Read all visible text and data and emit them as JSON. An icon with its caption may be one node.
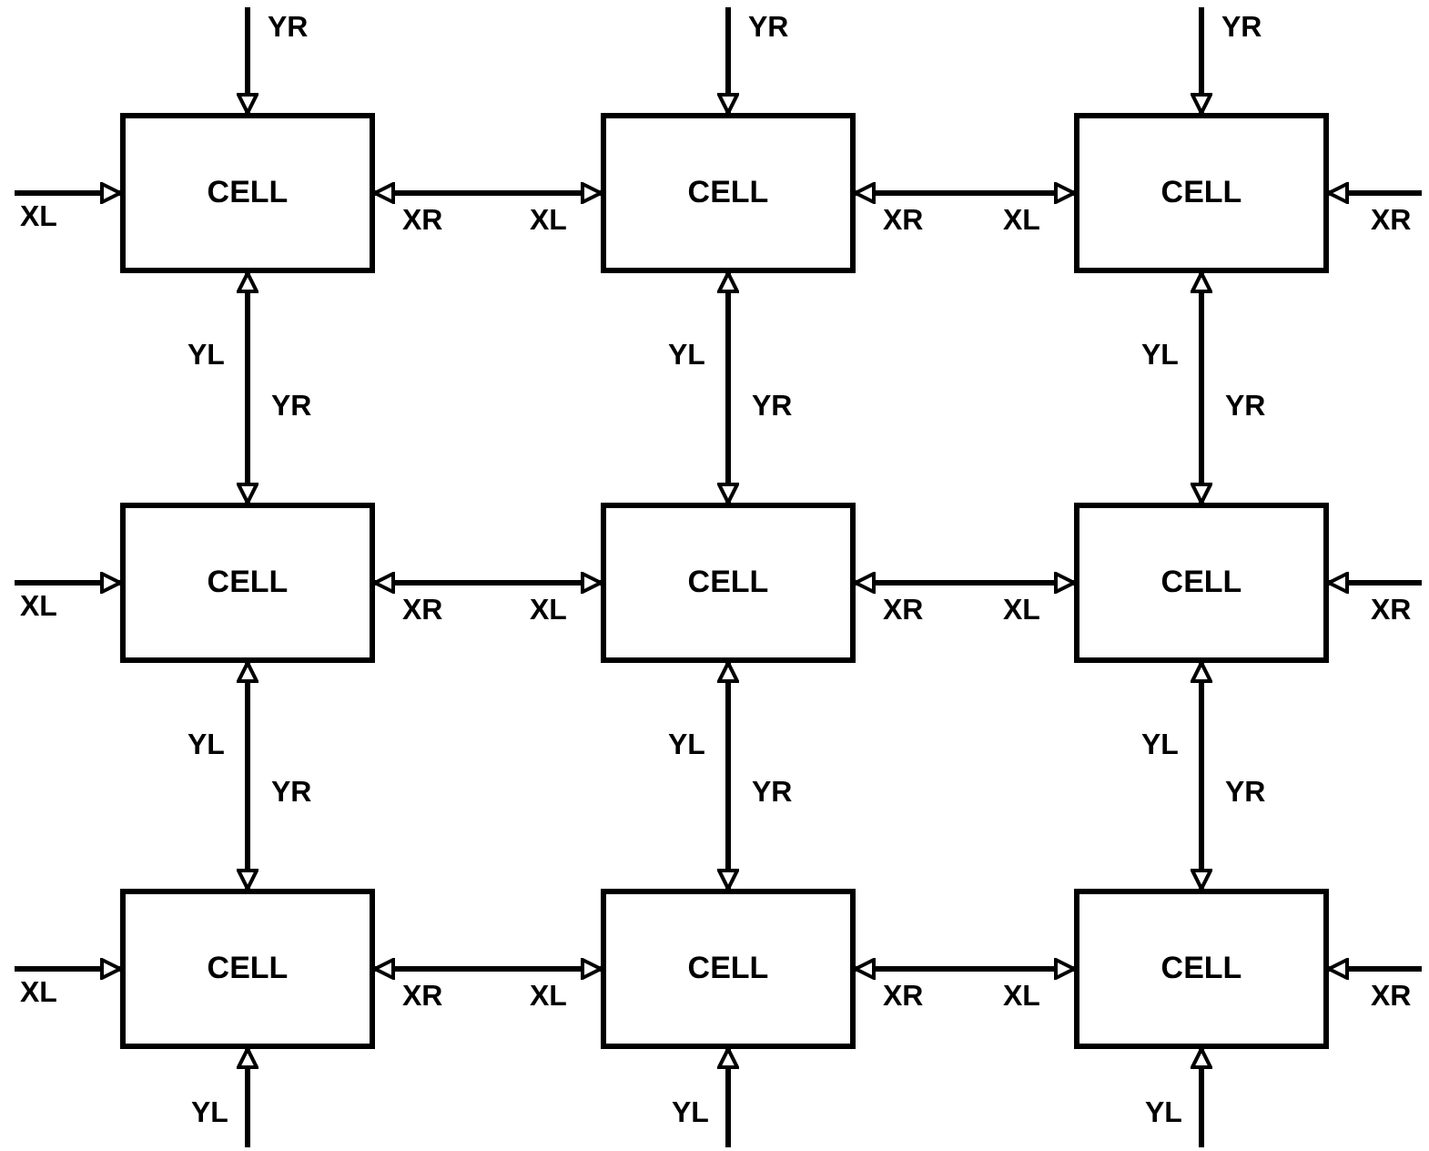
{
  "diagram": {
    "nodes": [
      {
        "text": [
          "CELL"
        ]
      },
      {
        "text": [
          "CELL"
        ]
      },
      {
        "text": [
          "CELL"
        ]
      },
      {
        "text": [
          "CELL"
        ]
      },
      {
        "text": [
          "CELL"
        ]
      },
      {
        "text": [
          "CELL"
        ]
      },
      {
        "text": [
          "CELL"
        ]
      },
      {
        "text": [
          "CELL"
        ]
      },
      {
        "text": [
          "CELL"
        ]
      }
    ],
    "edges": [
      {
        "from": null,
        "to": 0,
        "arrow": "to",
        "label": "YR"
      },
      {
        "from": null,
        "to": 1,
        "arrow": "to",
        "label": "YR"
      },
      {
        "from": null,
        "to": 2,
        "arrow": "to",
        "label": "YR"
      },
      {
        "from": null,
        "to": 0,
        "arrow": "to",
        "label": "XL"
      },
      {
        "from": 0,
        "to": 1,
        "arrow": "both"
      },
      {
        "from": 1,
        "to": 2,
        "arrow": "both"
      },
      {
        "from": null,
        "to": 2,
        "arrow": "to",
        "label": "XR"
      },
      {
        "from": 0,
        "to": 3,
        "arrow": "both"
      },
      {
        "from": 1,
        "to": 4,
        "arrow": "both"
      },
      {
        "from": 2,
        "to": 5,
        "arrow": "both"
      },
      {
        "from": null,
        "to": 3,
        "arrow": "to",
        "label": "XL"
      },
      {
        "from": 3,
        "to": 4,
        "arrow": "both"
      },
      {
        "from": 4,
        "to": 5,
        "arrow": "both"
      },
      {
        "from": null,
        "to": 5,
        "arrow": "to",
        "label": "XR"
      },
      {
        "from": 3,
        "to": 6,
        "arrow": "both"
      },
      {
        "from": 4,
        "to": 7,
        "arrow": "both"
      },
      {
        "from": 5,
        "to": 8,
        "arrow": "both"
      },
      {
        "from": null,
        "to": 6,
        "arrow": "to",
        "label": "XL"
      },
      {
        "from": 6,
        "to": 7,
        "arrow": "both"
      },
      {
        "from": 7,
        "to": 8,
        "arrow": "both"
      },
      {
        "from": null,
        "to": 8,
        "arrow": "to",
        "label": "XR"
      },
      {
        "from": null,
        "to": 6,
        "arrow": "to",
        "label": "YL"
      },
      {
        "from": null,
        "to": 7,
        "arrow": "to",
        "label": "YL"
      },
      {
        "from": null,
        "to": 8,
        "arrow": "to",
        "label": "YL"
      }
    ],
    "labels": [
      "XR",
      "XL",
      "XR",
      "XL",
      "YL",
      "YR",
      "YL",
      "YR",
      "YL",
      "YR",
      "XR",
      "XL",
      "XR",
      "XL",
      "YL",
      "YR",
      "YL",
      "YR",
      "YL",
      "YR",
      "XR",
      "XL",
      "XR",
      "XL"
    ]
  }
}
